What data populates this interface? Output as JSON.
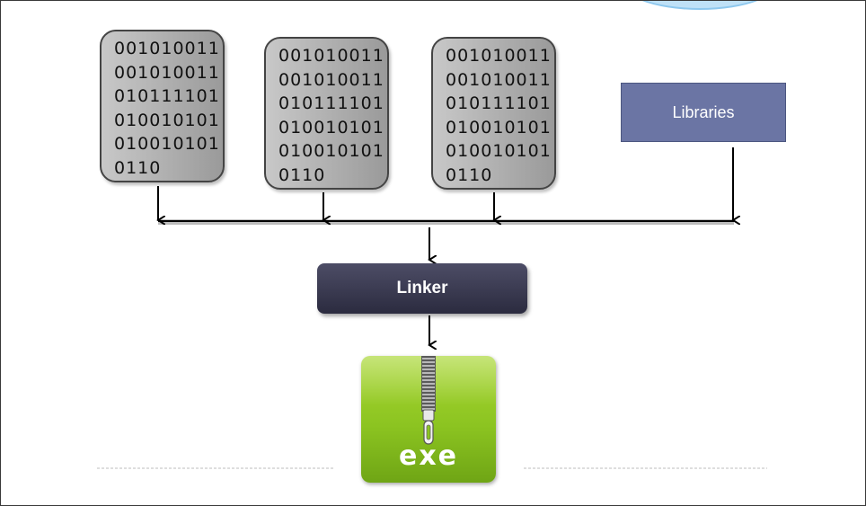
{
  "object_files": [
    {
      "lines": [
        "001010011",
        "001010011",
        "010111101",
        "010010101",
        "010010101",
        "0110"
      ]
    },
    {
      "lines": [
        "001010011",
        "001010011",
        "010111101",
        "010010101",
        "010010101",
        "0110"
      ]
    },
    {
      "lines": [
        "001010011",
        "001010011",
        "010111101",
        "010010101",
        "010010101",
        "0110"
      ]
    }
  ],
  "libraries": {
    "label": "Libraries",
    "color": "#6b75a4"
  },
  "linker": {
    "label": "Linker",
    "color": "#33334a"
  },
  "executable": {
    "label": "exe",
    "icon": "zip-archive-icon",
    "color": "#8cc421"
  }
}
